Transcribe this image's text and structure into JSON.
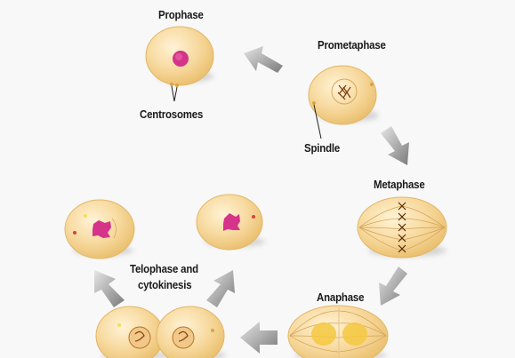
{
  "labels": {
    "prophase": "Prophase",
    "centrosomes": "Centrosomes",
    "prometaphase": "Prometaphase",
    "spindle": "Spindle",
    "metaphase": "Metaphase",
    "anaphase": "Anaphase",
    "telophase_line1": "Telophase and",
    "telophase_line2": "cytokinesis"
  },
  "colors": {
    "cell_fill": "#f6d79b",
    "cell_edge": "#e2b765",
    "nucleus": "#d6338a",
    "chromatid": "#b8731f",
    "arrow": "#8a8a8a"
  }
}
